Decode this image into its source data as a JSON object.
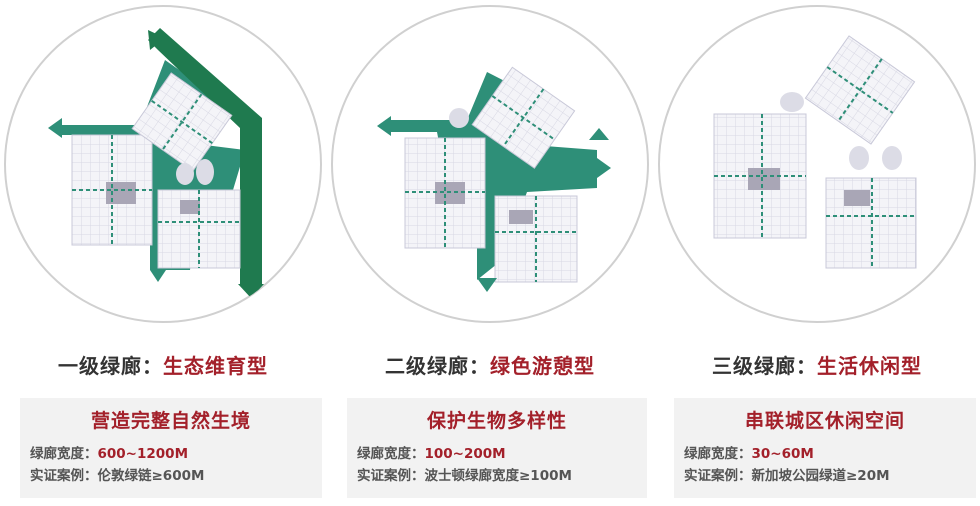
{
  "colors": {
    "green_dark": "#1f7a4f",
    "green_teal": "#2e8f78",
    "accent_red": "#a3202a",
    "text_gray": "#555555",
    "box_bg": "#f2f2f2"
  },
  "panels": [
    {
      "level": "一级绿廊",
      "sep": "：",
      "type": "生态维育型",
      "subtitle": "营造完整自然生境",
      "width_label": "绿廊宽度：",
      "width_value": "600~1200M",
      "case_label": "实证案例：",
      "case_value": "伦敦绿链≥600M"
    },
    {
      "level": "二级绿廊",
      "sep": "：",
      "type": "绿色游憩型",
      "subtitle": "保护生物多样性",
      "width_label": "绿廊宽度：",
      "width_value": "100~200M",
      "case_label": "实证案例：",
      "case_value": "波士顿绿廊宽度≥100M"
    },
    {
      "level": "三级绿廊",
      "sep": "：",
      "type": "生活休闲型",
      "subtitle": "串联城区休闲空间",
      "width_label": "绿廊宽度：",
      "width_value": "30~60M",
      "case_label": "实证案例：",
      "case_value": "新加坡公园绿道≥20M"
    }
  ]
}
